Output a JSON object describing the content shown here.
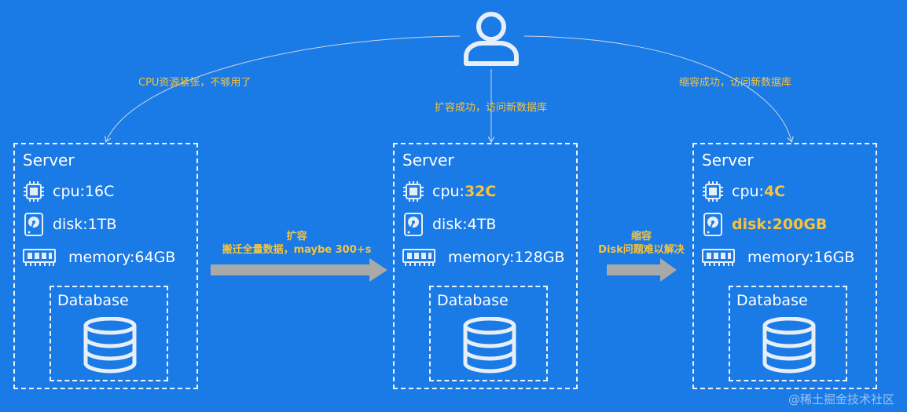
{
  "user": {
    "icon": "user-icon"
  },
  "edges": [
    {
      "label": "CPU资源紧张，不够用了"
    },
    {
      "label": "扩容成功，访问新数据库"
    },
    {
      "label": "缩容成功，访问新数据库"
    }
  ],
  "servers": [
    {
      "title": "Server",
      "cpu_label": "cpu: ",
      "cpu_value": "16C",
      "disk_label": "disk: ",
      "disk_value": "1TB",
      "memory_label": "memory: ",
      "memory_value": "64GB",
      "db_title": "Database"
    },
    {
      "title": "Server",
      "cpu_label": "cpu: ",
      "cpu_value": "32C",
      "disk_label": "disk: ",
      "disk_value": "4TB",
      "memory_label": "memory: ",
      "memory_value": "128GB",
      "db_title": "Database"
    },
    {
      "title": "Server",
      "cpu_label": "cpu: ",
      "cpu_value": "4C",
      "disk_label": "disk: ",
      "disk_value": "200GB",
      "memory_label": "memory: ",
      "memory_value": "16GB",
      "db_title": "Database"
    }
  ],
  "transitions": [
    {
      "title": "扩容",
      "detail": "搬迁全量数据，maybe 300+s"
    },
    {
      "title": "缩容",
      "detail": "Disk问题难以解决"
    }
  ],
  "watermark": "@稀土掘金技术社区",
  "colors": {
    "background": "#1a7ae6",
    "highlight": "#f7c33c",
    "arrow": "#a9a9a9",
    "edge": "#c8d6e6"
  }
}
